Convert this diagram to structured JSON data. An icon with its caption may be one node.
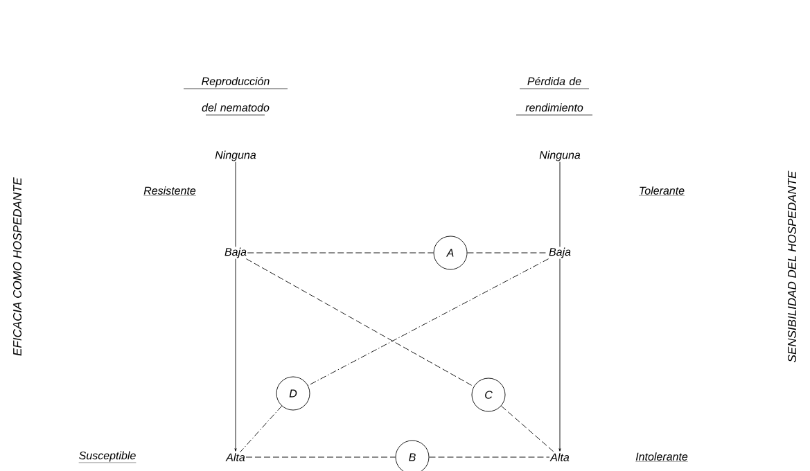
{
  "diagram": {
    "nodes": [
      {
        "text": [
          "Ninguna"
        ]
      },
      {
        "text": [
          "Ninguna"
        ]
      },
      {
        "text": [
          "Baja"
        ]
      },
      {
        "text": [
          "Baja"
        ]
      },
      {
        "text": [
          "Alta"
        ]
      },
      {
        "text": [
          "Alta"
        ]
      },
      {
        "text": [
          "A"
        ]
      },
      {
        "text": [
          "B"
        ]
      },
      {
        "text": [
          "C"
        ]
      },
      {
        "text": [
          "D"
        ]
      }
    ],
    "edges": [
      {
        "from": 0,
        "to": 2,
        "arrow": "none"
      },
      {
        "from": 1,
        "to": 3,
        "arrow": "none"
      },
      {
        "from": 2,
        "to": 4,
        "arrow": "to"
      },
      {
        "from": 3,
        "to": 5,
        "arrow": "to"
      },
      {
        "from": 2,
        "to": 6,
        "arrow": "none",
        "style": "dashed"
      },
      {
        "from": 6,
        "to": 3,
        "arrow": "none",
        "style": "dashed"
      },
      {
        "from": 4,
        "to": 7,
        "arrow": "none",
        "style": "dashed"
      },
      {
        "from": 7,
        "to": 5,
        "arrow": "none",
        "style": "dashed"
      },
      {
        "from": 2,
        "to": 8,
        "arrow": "none",
        "style": "dashed"
      },
      {
        "from": 8,
        "to": 5,
        "arrow": "none",
        "style": "dashed"
      },
      {
        "from": 3,
        "to": 9,
        "arrow": "none",
        "style": "dashed"
      },
      {
        "from": 9,
        "to": 4,
        "arrow": "none",
        "style": "dashed"
      }
    ],
    "labels": [
      "Reproducción del nematodo",
      "Pérdida de rendimiento",
      "EFICACIA COMO HOSPEDANTE",
      "Resistente",
      "Tolerante",
      "SENSIBILIDAD DEL HOSPEDANTE",
      "Susceptible",
      "Intolerante"
    ]
  }
}
